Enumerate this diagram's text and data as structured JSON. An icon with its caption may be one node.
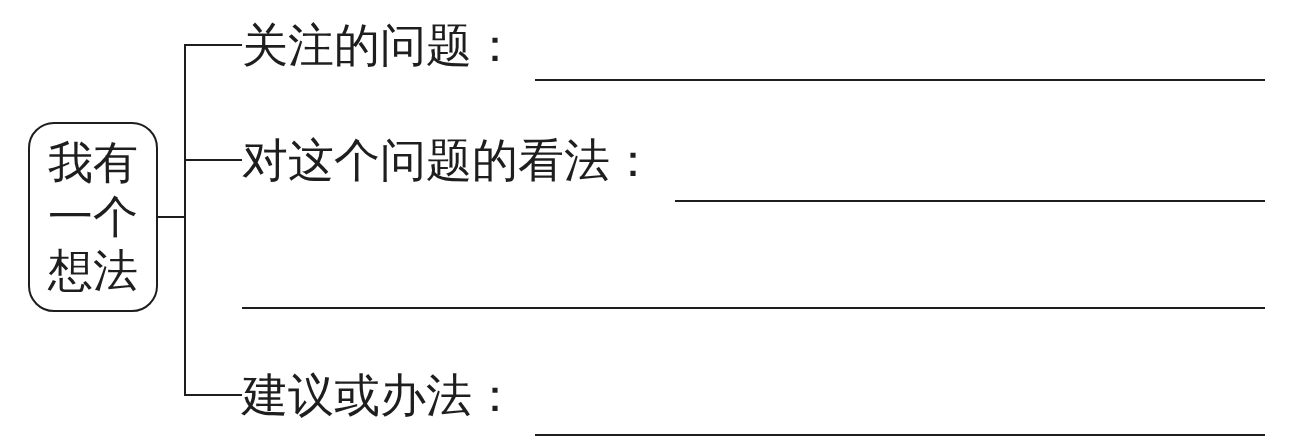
{
  "diagram": {
    "nodes": [
      {
        "text": [
          "我有一个想法"
        ]
      },
      {
        "text": [
          "关注的问题："
        ]
      },
      {
        "text": [
          "对这个问题的看法："
        ]
      },
      {
        "text": [
          "建议或办法："
        ]
      }
    ],
    "edges": [
      {
        "from": 0,
        "to": 1,
        "arrow": "none"
      },
      {
        "from": 0,
        "to": 2,
        "arrow": "none"
      },
      {
        "from": 0,
        "to": 3,
        "arrow": "none"
      }
    ]
  }
}
